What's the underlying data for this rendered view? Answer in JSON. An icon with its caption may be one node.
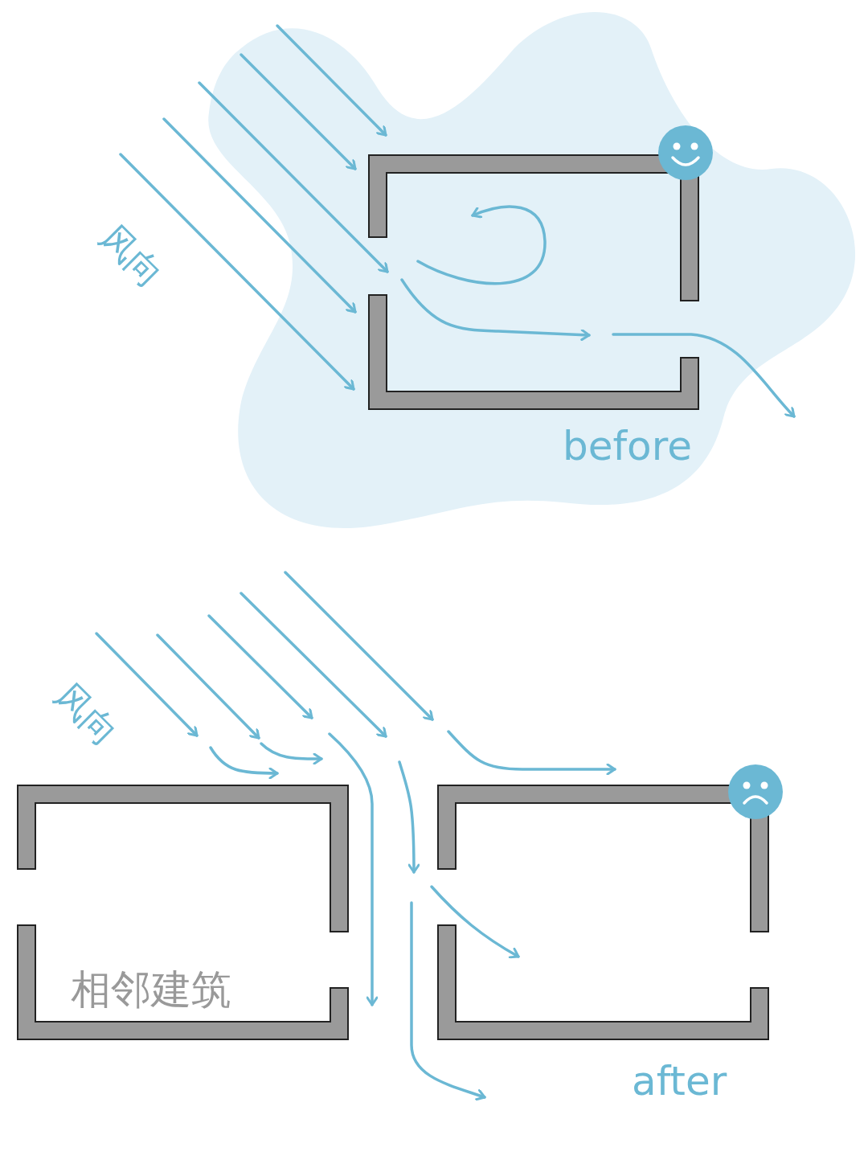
{
  "diagram": {
    "labels": [
      "风向",
      "before",
      "风向",
      "相邻建筑",
      "after"
    ]
  }
}
